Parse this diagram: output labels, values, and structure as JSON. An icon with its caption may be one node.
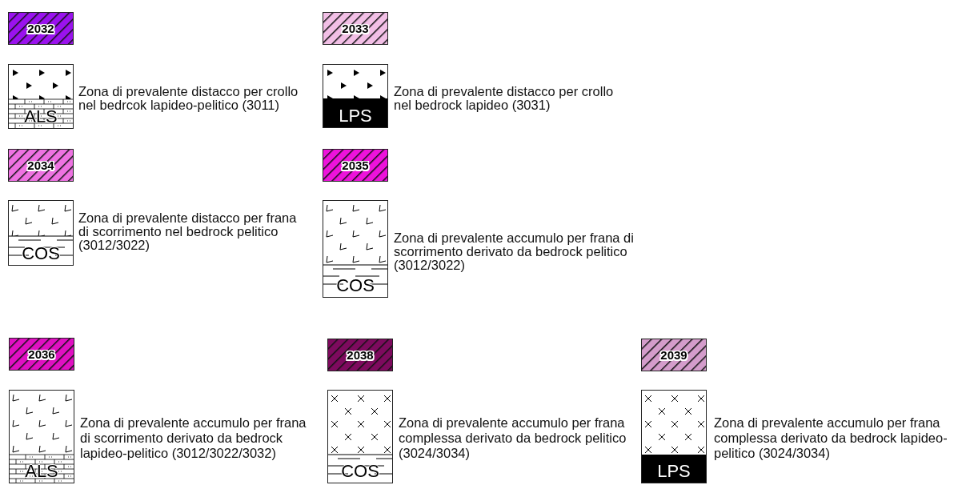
{
  "diagram": {
    "nodes": [
      {
        "text": [
          "ALS"
        ],
        "beside": [
          "Zona di prevalente distacco per crollo nel bedrcok lapideo-pelitico (3011)"
        ]
      },
      {
        "text": [
          "LPS"
        ],
        "beside": [
          "Zona di prevalente distacco per crollo nel bedrock lapideo (3031)"
        ]
      },
      {
        "text": [
          "COS"
        ],
        "beside": [
          "Zona di prevalente distacco per frana di scorrimento nel bedrock pelitico (3012/3022)"
        ]
      },
      {
        "text": [
          "COS"
        ],
        "beside": [
          "Zona di prevalente accumulo per frana di scorrimento derivato da bedrock pelitico (3012/3022)"
        ]
      },
      {
        "text": [
          "ALS"
        ],
        "beside": [
          "Zona di prevalente accumulo per frana di scorrimento derivato da bedrock lapideo-pelitico (3012/3022/3032)"
        ]
      },
      {
        "text": [
          "COS"
        ],
        "beside": [
          "Zona di prevalente accumulo per frana complessa derivato da bedrock pelitico (3024/3034)"
        ]
      },
      {
        "text": [
          "LPS"
        ],
        "beside": [
          "Zona di prevalente accumulo per frana complessa derivato da bedrock lapideo-pelitico (3024/3034)"
        ]
      }
    ],
    "legend": [
      {
        "text": "2032",
        "color": "#9a12ee"
      },
      {
        "text": "2033",
        "color": "#f2bfe6"
      },
      {
        "text": "2034",
        "color": "#ee72e2"
      },
      {
        "text": "2035",
        "color": "#ee12dc"
      },
      {
        "text": "2036",
        "color": "#e010c2"
      },
      {
        "text": "2038",
        "color": "#7e0a5e"
      },
      {
        "text": "2039",
        "color": "#d49ccb"
      }
    ]
  }
}
